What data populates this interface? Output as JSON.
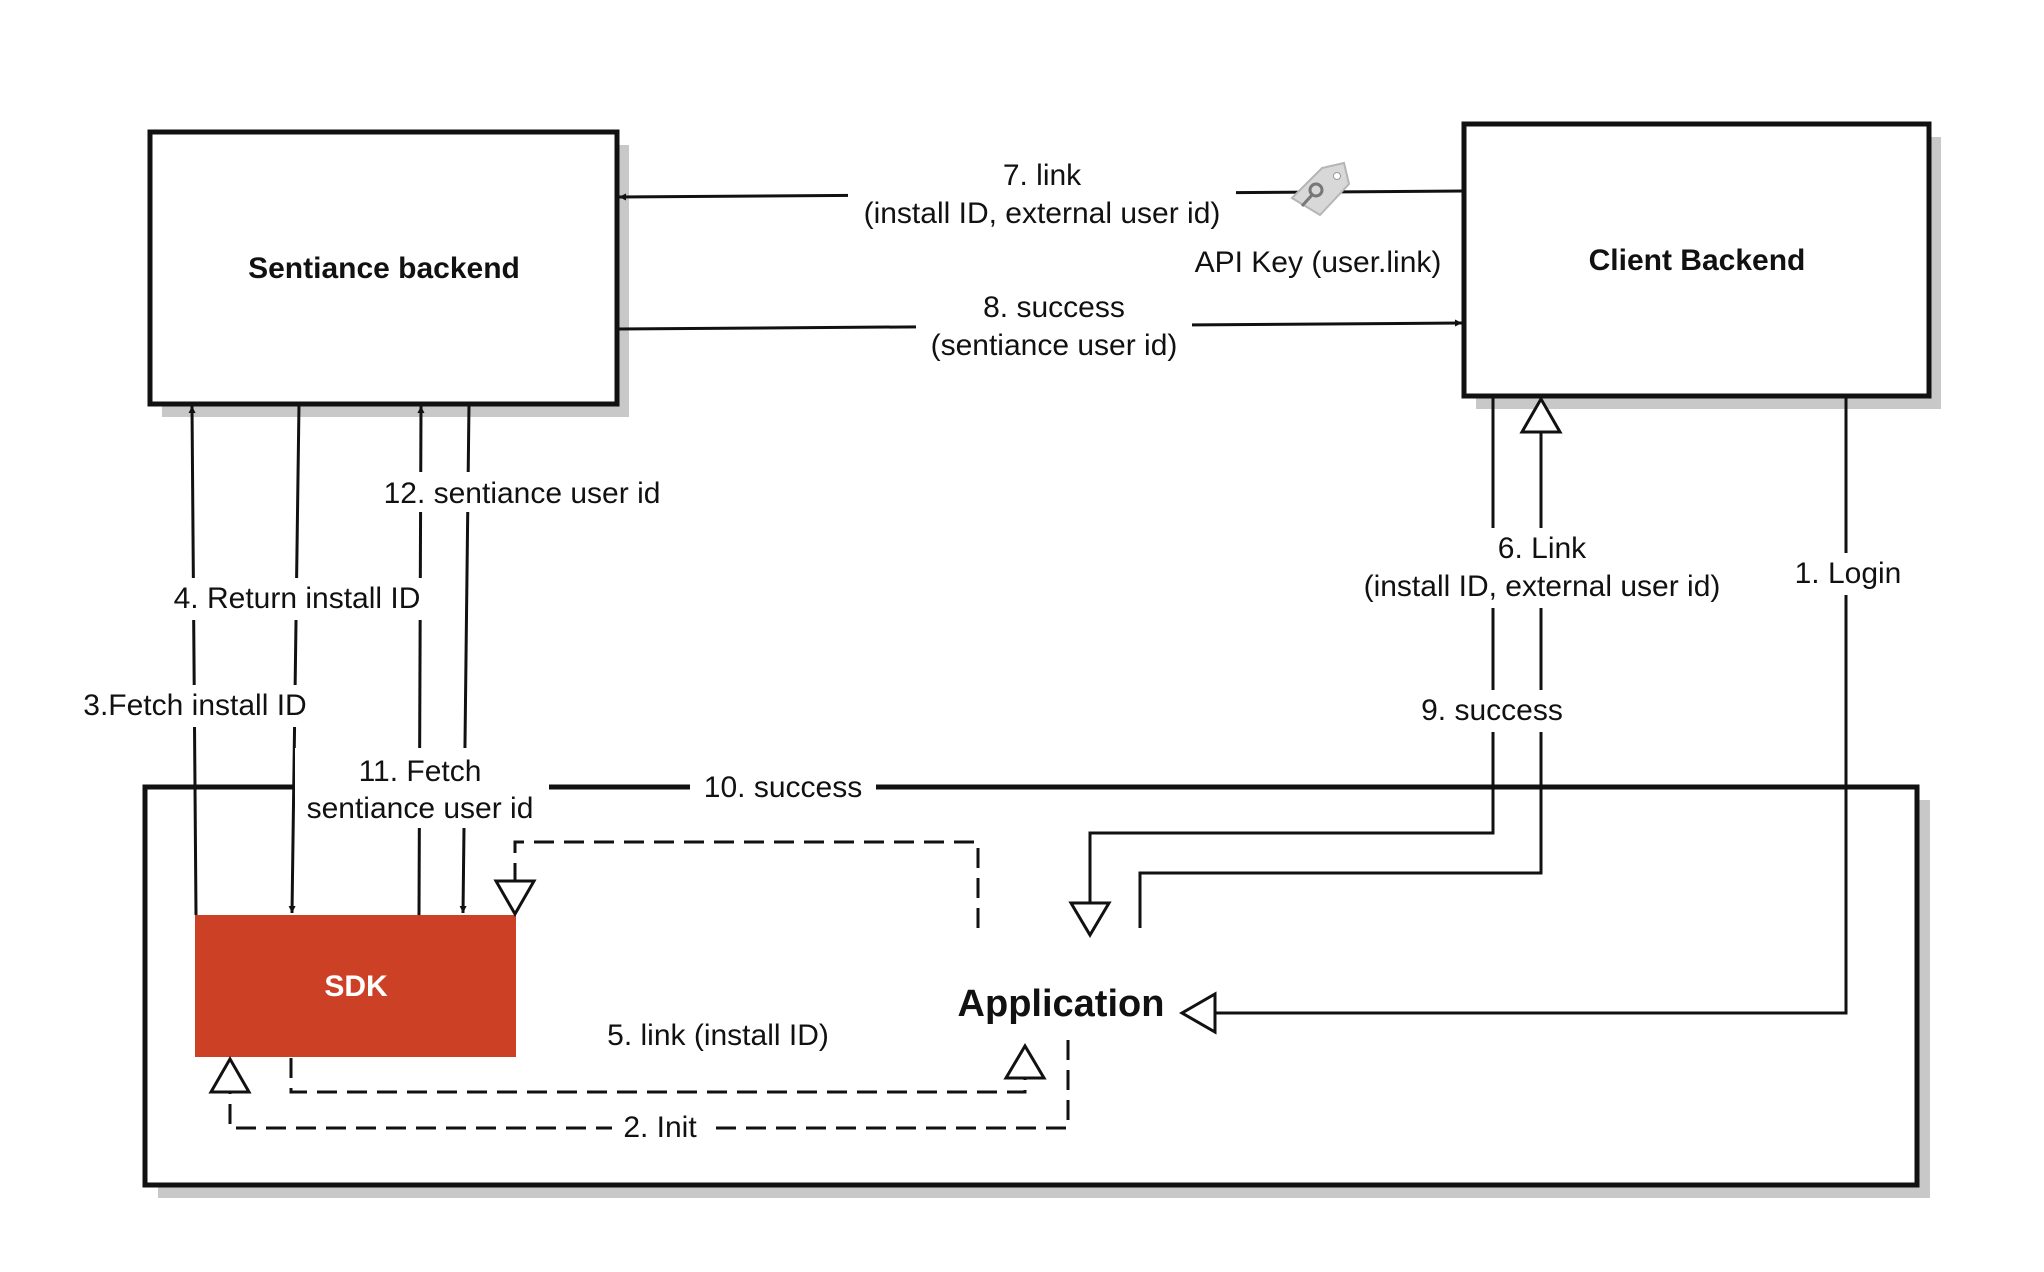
{
  "nodes": {
    "sentiance_backend": "Sentiance backend",
    "client_backend": "Client Backend",
    "sdk": "SDK",
    "application": "Application"
  },
  "edges": {
    "e1": "1. Login",
    "e2": "2. Init",
    "e3": "3.Fetch install ID",
    "e4": "4. Return install ID",
    "e5": "5. link (install ID)",
    "e6_line1": "6. Link",
    "e6_line2": "(install ID, external user id)",
    "e7_line1": "7. link",
    "e7_line2": "(install ID, external user id)",
    "e8_line1": "8. success",
    "e8_line2": "(sentiance user id)",
    "e9": "9. success",
    "e10": "10. success",
    "e11_line1": "11. Fetch",
    "e11_line2": "sentiance user id",
    "e12": "12. sentiance user id",
    "api_key": "API Key (user.link)"
  },
  "icons": {
    "api_key_tag": "key-tag-icon"
  },
  "colors": {
    "sdk_fill": "#CC4125",
    "shadow": "#C8C8C8",
    "stroke": "#111111"
  }
}
